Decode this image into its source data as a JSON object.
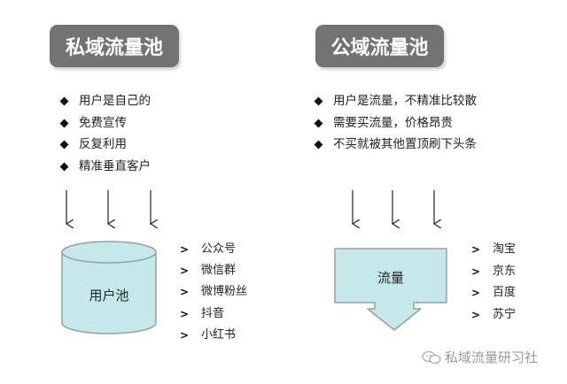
{
  "private_pool": {
    "title": "私域流量池",
    "bullets": [
      "用户是自己的",
      "免费宣传",
      "反复利用",
      "精准垂直客户"
    ],
    "container_label": "用户池",
    "channels": [
      "公众号",
      "微信群",
      "微博粉丝",
      "抖音",
      "小红书"
    ]
  },
  "public_pool": {
    "title": "公域流量池",
    "bullets": [
      "用户是流量，不精准比较散",
      "需要买流量，价格昂贵",
      "不买就被其他置顶刷下头条"
    ],
    "container_label": "流量",
    "channels": [
      "淘宝",
      "京东",
      "百度",
      "苏宁"
    ]
  },
  "watermark": {
    "text": "私域流量研习社",
    "icon": "wechat-icon"
  },
  "colors": {
    "header_bg": "#737373",
    "shape_fill": "#c5e8ea",
    "shape_stroke": "#95a1a3"
  }
}
